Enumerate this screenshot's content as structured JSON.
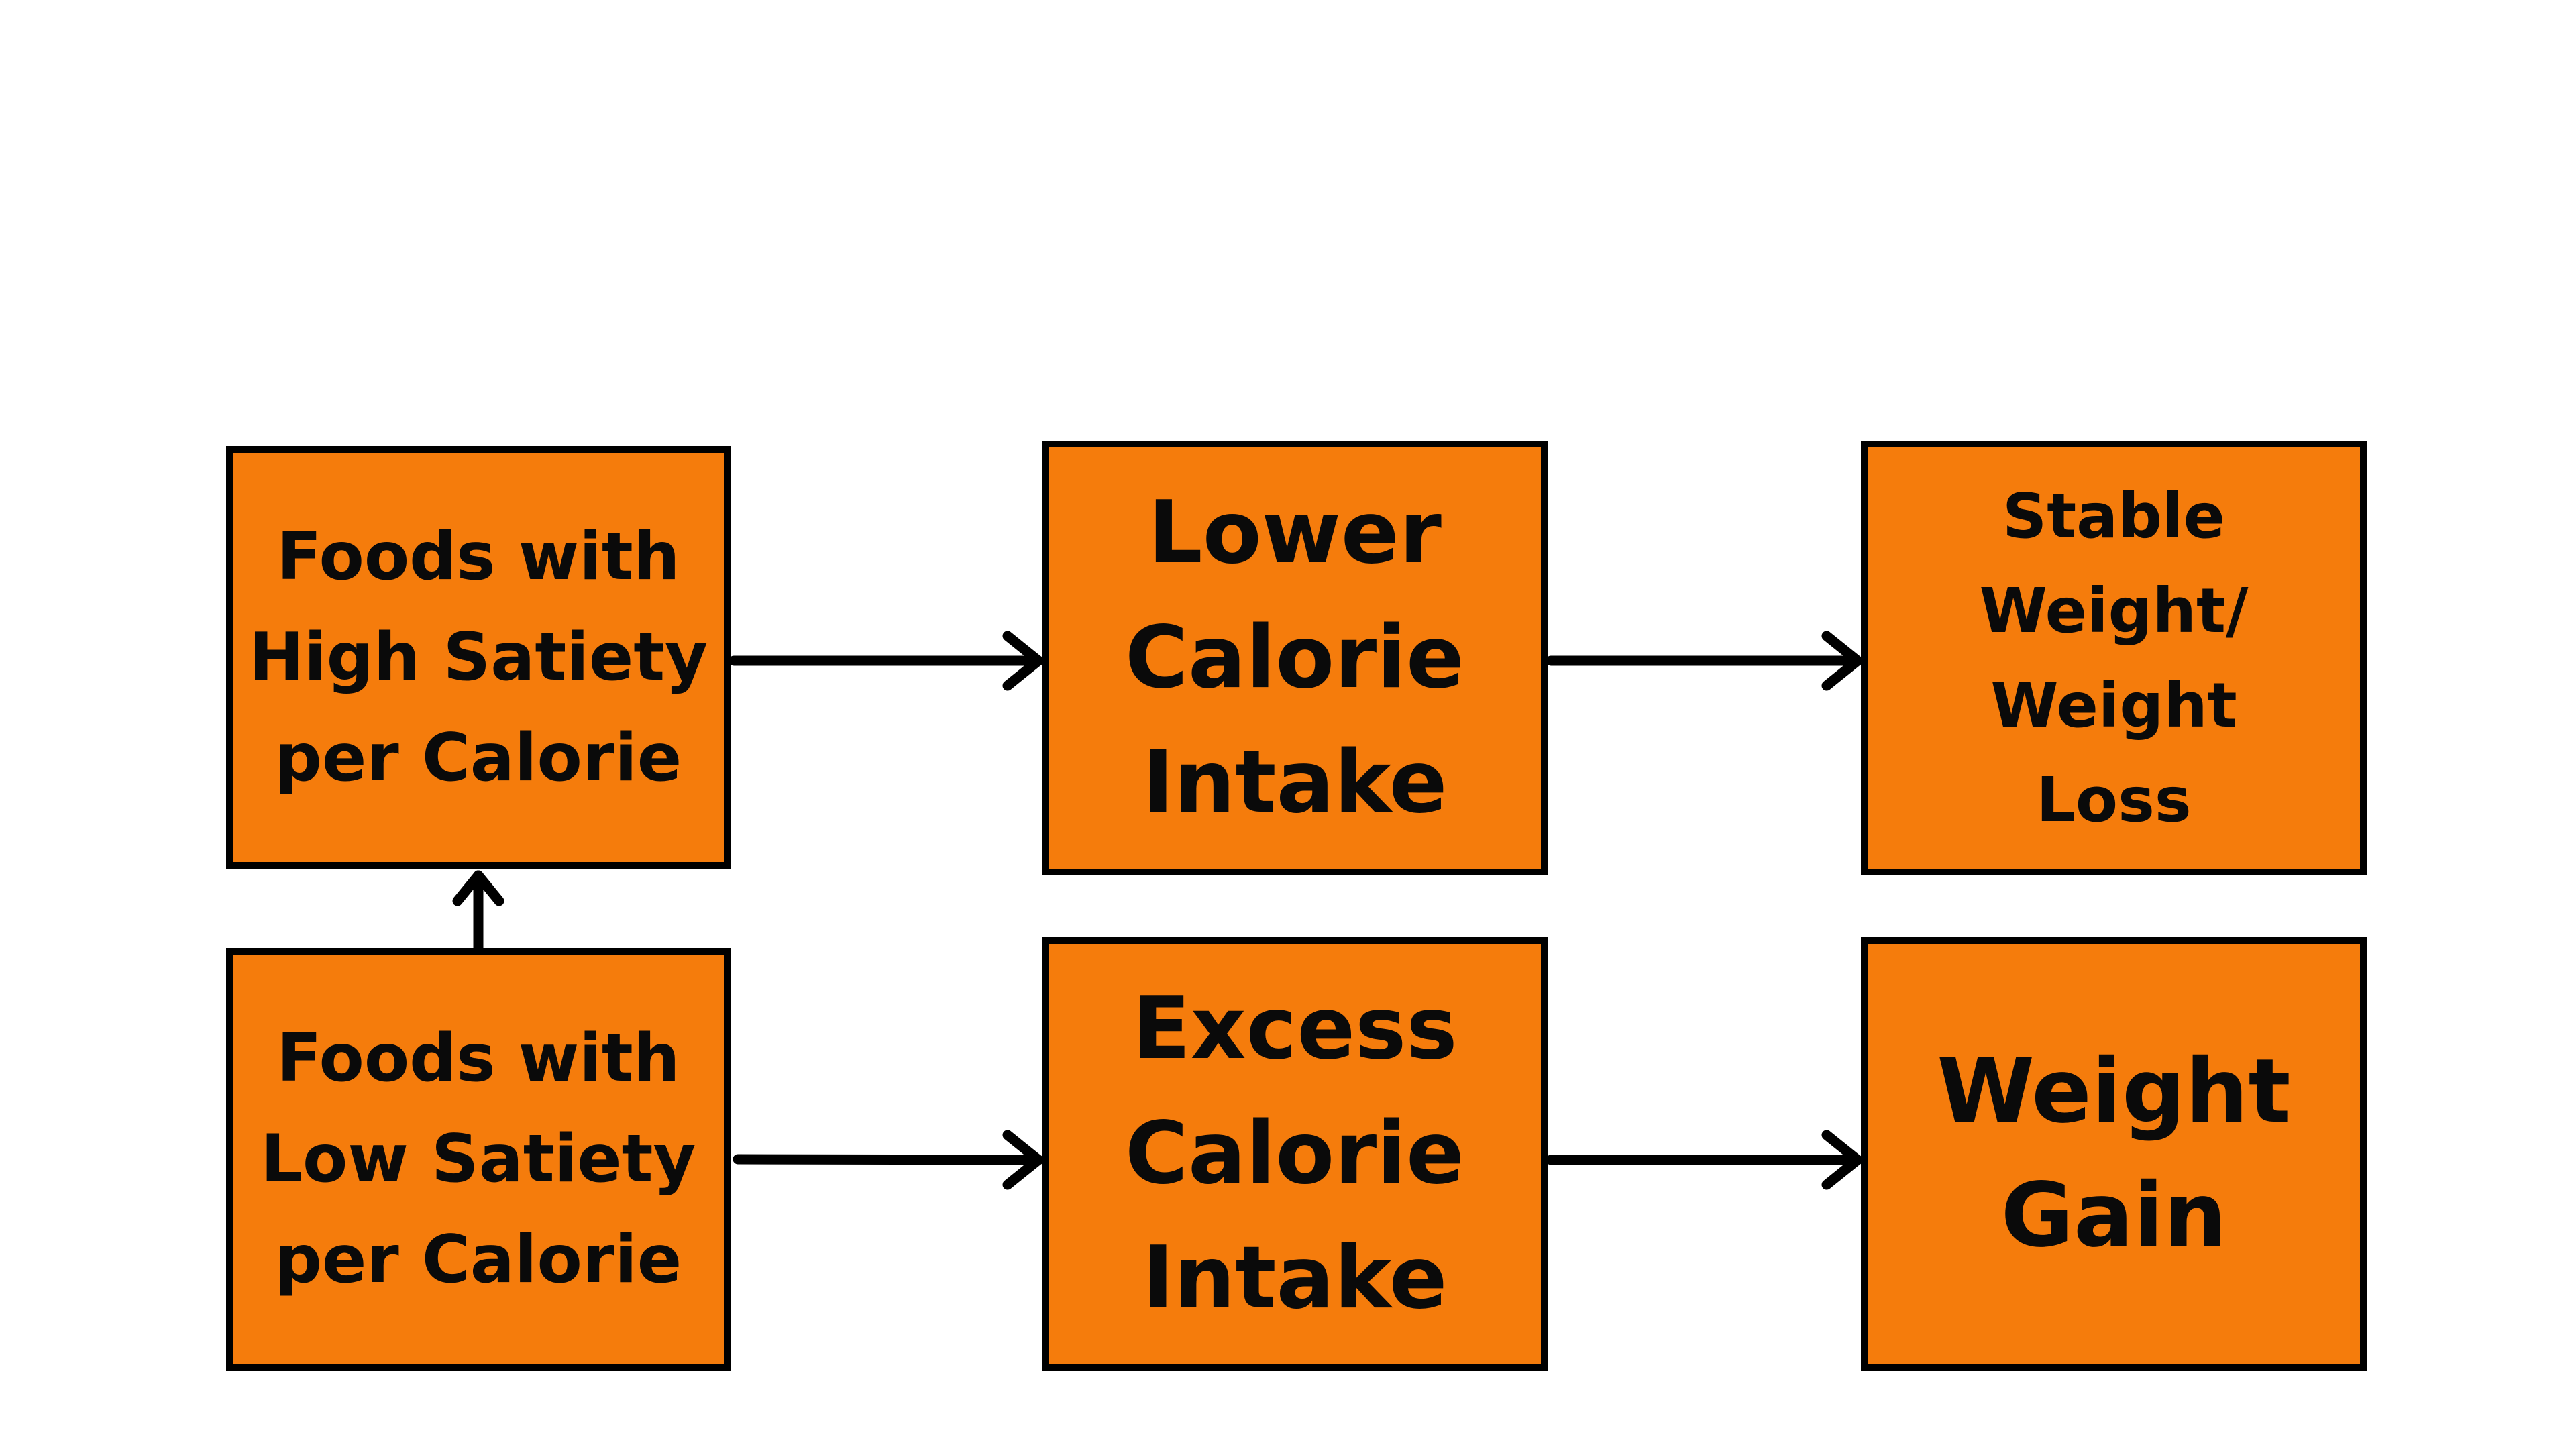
{
  "diagram": {
    "box_color": "#f57c0c",
    "border_color": "#000000",
    "text_color": "#0a0a0a",
    "nodes": {
      "high_satiety": {
        "lines": [
          "Foods with",
          "High Satiety",
          "per Calorie"
        ]
      },
      "lower_intake": {
        "lines": [
          "Lower",
          "Calorie",
          "Intake"
        ]
      },
      "stable_weight": {
        "lines": [
          "Stable",
          "Weight/",
          "Weight",
          "Loss"
        ]
      },
      "low_satiety": {
        "lines": [
          "Foods with",
          "Low Satiety",
          "per Calorie"
        ]
      },
      "excess_intake": {
        "lines": [
          "Excess",
          "Calorie",
          "Intake"
        ]
      },
      "weight_gain": {
        "lines": [
          "Weight",
          "Gain"
        ]
      }
    },
    "edges": [
      {
        "from": "high_satiety",
        "to": "lower_intake"
      },
      {
        "from": "lower_intake",
        "to": "stable_weight"
      },
      {
        "from": "low_satiety",
        "to": "excess_intake"
      },
      {
        "from": "excess_intake",
        "to": "weight_gain"
      },
      {
        "from": "low_satiety",
        "to": "high_satiety"
      }
    ]
  }
}
